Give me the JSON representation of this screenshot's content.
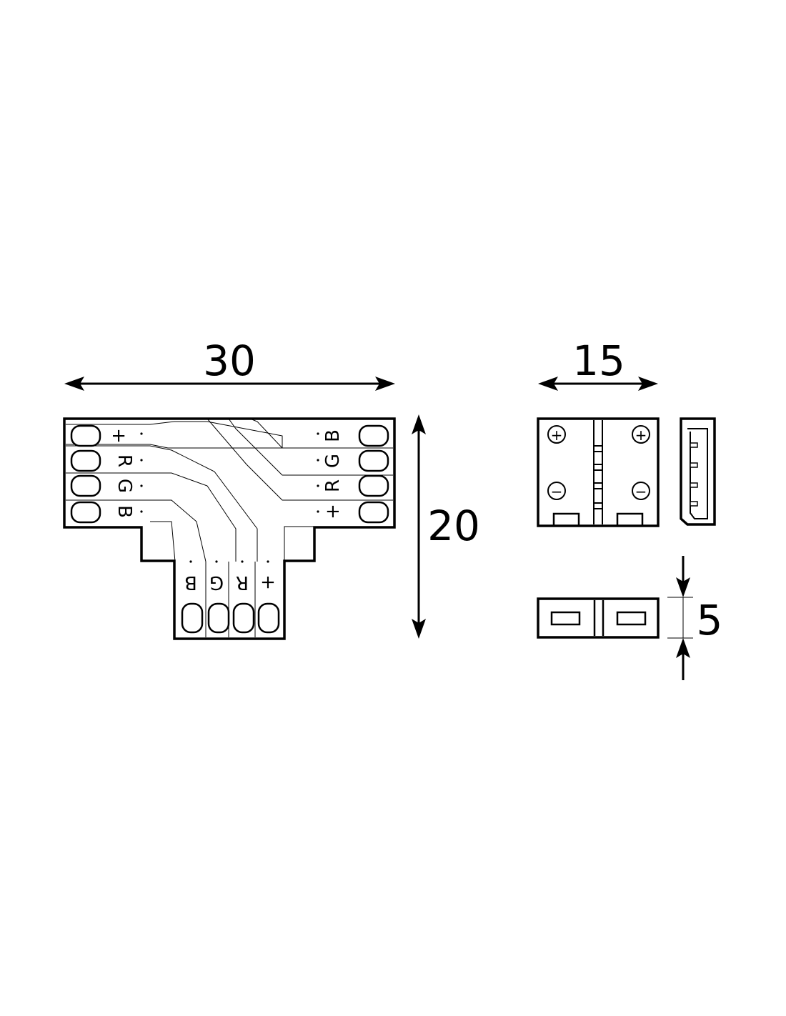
{
  "dimensions": {
    "width_t": "30",
    "height_t": "20",
    "width_clip": "15",
    "height_clip": "5"
  },
  "pins": {
    "left": [
      "+",
      "R",
      "G",
      "B"
    ],
    "right": [
      "B",
      "G",
      "R",
      "+"
    ],
    "bottom": [
      "B",
      "G",
      "R",
      "+"
    ]
  },
  "clip_symbols": {
    "plus": "+",
    "minus": "−"
  }
}
